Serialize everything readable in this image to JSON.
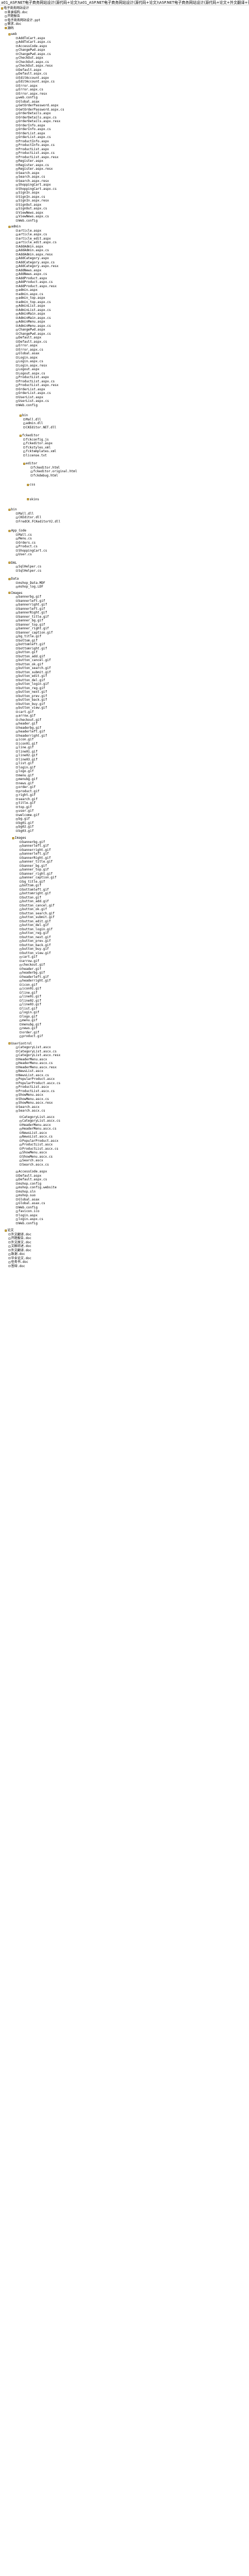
{
  "window": {
    "title": "a01_ASP.NET电子商务网站设计(源代码+论文)\\a01_ASP.NET电子商务网站设计(源代码+论文)\\ASP.NET电子商务网站设计(源代码+论文+外文翻译+答辩PPT)-本地下载资源网站.txt"
  },
  "header_lines": [
    "电子商务网站设计",
    "目录结构.doc",
    "开题报告",
    "电子商务网站设计.ppt",
    "需求.doc",
    "源码"
  ],
  "folders": {
    "web": "web",
    "admin": "admin",
    "bin": "bin",
    "app_code": "App_Code",
    "mall": "Mall",
    "dal": "DAL",
    "data": "Data",
    "images": "Images",
    "usercontrol": "UserControl",
    "root_images": "Images",
    "fckeditor": "fckeditor",
    "ckfinder": "ckfinder",
    "upload": "upload",
    "editor": "editor",
    "css": "css",
    "core": "core",
    "connector": "connector",
    "js": "js",
    "lang": "lang",
    "skins": "skins",
    "mall_dll": "Mall.dll",
    "paper": "论文"
  },
  "web_files": [
    "AddToCart.aspx",
    "AddToCart.aspx.cs",
    "AccessCode.aspx",
    "ChangePwd.aspx",
    "ChangePwd.aspx.cs",
    "CheckOut.aspx",
    "CheckOut.aspx.cs",
    "CheckOut.aspx.resx",
    "Default.aspx",
    "Default.aspx.cs",
    "EditAccount.aspx",
    "EditAccount.aspx.cs",
    "Error.aspx",
    "Error.aspx.cs",
    "Error.aspx.resx",
    "web.config",
    "Global.asax",
    "GetOrderPassword.aspx",
    "GetOrderPassword.aspx.cs",
    "OrderDetails.aspx",
    "OrderDetails.aspx.cs",
    "OrderDetails.aspx.resx",
    "OrderInfo.aspx",
    "OrderInfo.aspx.cs",
    "OrderList.aspx",
    "OrderList.aspx.cs",
    "ProductInfo.aspx",
    "ProductInfo.aspx.cs",
    "ProductList.aspx",
    "ProductList.aspx.cs",
    "ProductList.aspx.resx",
    "Register.aspx",
    "Register.aspx.cs",
    "Register.aspx.resx",
    "Search.aspx",
    "Search.aspx.cs",
    "Search.aspx.resx",
    "ShoppingCart.aspx",
    "ShoppingCart.aspx.cs",
    "SignIn.aspx",
    "SignIn.aspx.cs",
    "SignIn.aspx.resx",
    "SignOut.aspx",
    "SignOut.aspx.cs",
    "ViewNews.aspx",
    "ViewNews.aspx.cs",
    "Web.config"
  ],
  "admin_files": [
    "article.aspx",
    "article.aspx.cs",
    "article_edit.aspx",
    "article_edit.aspx.cs",
    "AddAdmin.aspx",
    "AddAdmin.aspx.cs",
    "AddAdmin.aspx.resx",
    "AddCategory.aspx",
    "AddCategory.aspx.cs",
    "AddCategory.aspx.resx",
    "AddNews.aspx",
    "AddNews.aspx.cs",
    "AddProduct.aspx",
    "AddProduct.aspx.cs",
    "AddProduct.aspx.resx",
    "admin.aspx",
    "admin.aspx.cs",
    "admin_top.aspx",
    "admin_top.aspx.cs",
    "AdminList.aspx",
    "AdminList.aspx.cs",
    "AdminMain.aspx",
    "AdminMain.aspx.cs",
    "AdminMenu.aspx",
    "AdminMenu.aspx.cs",
    "ChangePwd.aspx",
    "ChangePwd.aspx.cs",
    "Default.aspx",
    "Default.aspx.cs",
    "Error.aspx",
    "Error.aspx.cs",
    "Global.asax",
    "Login.aspx",
    "Login.aspx.cs",
    "Login.aspx.resx",
    "Logout.aspx",
    "Logout.aspx.cs",
    "ProductList.aspx",
    "ProductList.aspx.cs",
    "ProductList.aspx.resx",
    "OrderList.aspx",
    "OrderList.aspx.cs",
    "UserList.aspx",
    "UserList.aspx.cs",
    "Web.config"
  ],
  "admin_bin_files": [
    "Mall.dll",
    "admin.dll",
    "CKEditor.NET.dll"
  ],
  "fck_files": [
    "fckconfig.js",
    "fckeditor.aspx",
    "fckstyles.xml",
    "fcktemplates.xml",
    "license.txt"
  ],
  "editor_files": [
    "fckeditor.html",
    "fckeditor.original.html",
    "fckdebug.html"
  ],
  "root_bin_files": [
    "Mall.dll",
    "CKEditor.dll",
    "FredCK.FCKeditorV2.dll"
  ],
  "appcode_files": [
    "Mall.cs",
    "Menu.cs",
    "Orders.cs",
    "Product.cs",
    "ShoppingCart.cs",
    "User.cs"
  ],
  "dal_files": [
    "SqlHelper.cs",
    "SqlHelper.cs"
  ],
  "data_files": [
    "mshop_Data.MDF",
    "mshop_log.LDF"
  ],
  "image_files": [
    "bannerbg.gif",
    "bannerleft.gif",
    "bannerright.gif",
    "bannerleft.gif",
    "bannerRight.gif",
    "banner_title.gif",
    "banner_bg.gif",
    "banner_top.gif",
    "banner_right.gif",
    "banner_caption.gif",
    "bg_title.gif",
    "bottom.gif",
    "bottomleft.gif",
    "bottomright.gif",
    "button.gif",
    "button_add.gif",
    "button_cancel.gif",
    "button_ok.gif",
    "button_search.gif",
    "button_submit.gif",
    "button_edit.gif",
    "button_del.gif",
    "button_login.gif",
    "button_reg.gif",
    "button_next.gif",
    "button_prev.gif",
    "button_back.gif",
    "button_buy.gif",
    "button_view.gif",
    "cart.gif",
    "arrow.gif",
    "checkout.gif",
    "header.gif",
    "headerbg.gif",
    "headerleft.gif",
    "headerright.gif",
    "icon.gif",
    "icon01.gif",
    "line.gif",
    "line01.gif",
    "line02.gif",
    "line03.gif",
    "list.gif",
    "login.gif",
    "logo.gif",
    "menu.gif",
    "menubg.gif",
    "news.gif",
    "order.gif",
    "product.gif",
    "right.gif",
    "search.gif",
    "title.gif",
    "top.gif",
    "user.gif",
    "welcome.gif",
    "bg.gif",
    "bg01.gif",
    "bg02.gif",
    "bg03.gif"
  ],
  "image_files2": [
    "bannerbg.gif",
    "bannerleft.gif",
    "bannerright.gif",
    "bannerleft.gif",
    "bannerRight.gif",
    "banner_title.gif",
    "banner_bg.gif",
    "banner_top.gif",
    "banner_right.gif",
    "banner_caption.gif",
    "bg_title.gif",
    "bottom.gif",
    "bottomleft.gif",
    "bottomright.gif",
    "button.gif",
    "button_add.gif",
    "button_cancel.gif",
    "button_ok.gif",
    "button_search.gif",
    "button_submit.gif",
    "button_edit.gif",
    "button_del.gif",
    "button_login.gif",
    "button_reg.gif",
    "button_next.gif",
    "button_prev.gif",
    "button_back.gif",
    "button_buy.gif",
    "button_view.gif",
    "cart.gif",
    "arrow.gif",
    "checkout.gif",
    "header.gif",
    "headerbg.gif",
    "headerleft.gif",
    "headerright.gif",
    "icon.gif",
    "icon01.gif",
    "line.gif",
    "line01.gif",
    "line02.gif",
    "line03.gif",
    "list.gif",
    "login.gif",
    "logo.gif",
    "menu.gif",
    "menubg.gif",
    "news.gif",
    "order.gif",
    "product.gif"
  ],
  "usercontrol_files": [
    "CategoryList.ascx",
    "CategoryList.ascx.cs",
    "CategoryList.ascx.resx",
    "HeaderMenu.ascx",
    "HeaderMenu.ascx.cs",
    "HeaderMenu.ascx.resx",
    "NewsList.ascx",
    "NewsList.ascx.cs",
    "PopularProduct.ascx",
    "PopularProduct.ascx.cs",
    "ProductList.ascx",
    "ProductList.ascx.cs",
    "ShowMenu.ascx",
    "ShowMenu.ascx.cs",
    "ShowMenu.ascx.resx",
    "Search.ascx",
    "Search.ascx.cs"
  ],
  "usercontrol_sub_files": [
    "CategoryList.ascx",
    "CategoryList.ascx.cs",
    "HeaderMenu.ascx",
    "HeaderMenu.ascx.cs",
    "NewsList.ascx",
    "NewsList.ascx.cs",
    "PopularProduct.ascx",
    "ProductList.ascx",
    "ProductList.ascx.cs",
    "ShowMenu.ascx",
    "ShowMenu.ascx.cs",
    "Search.ascx",
    "Search.ascx.cs"
  ],
  "tail_files": [
    "AccessCode.aspx",
    "Default.aspx",
    "Default.aspx.cs",
    "mshop.config",
    "mshop.config.website",
    "mshop.sln",
    "mshop.suo",
    "Global.asax",
    "Global.asax.cs",
    "Web.config",
    "favicon.ico",
    "login.aspx",
    "login.aspx.cs",
    "Web.config"
  ],
  "paper_files": [
    "外文翻译.doc",
    "开题报告.doc",
    "外文原文.doc",
    "文献综述.doc",
    "外文翻译.doc",
    "致谢.doc",
    "毕业论文.doc",
    "任务书.doc",
    "答辩.doc"
  ]
}
